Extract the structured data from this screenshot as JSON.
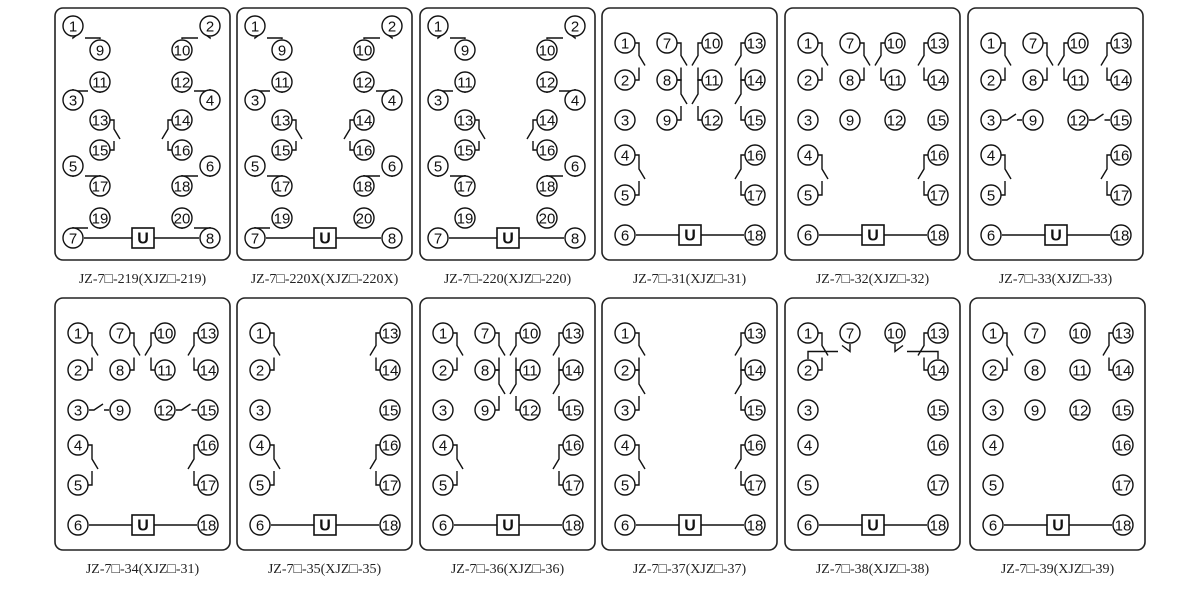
{
  "coil_label": "U",
  "panels": [
    {
      "caption": "JZ-7□-219(XJZ□-219)",
      "type": "A",
      "terminals": [
        "1",
        "2",
        "9",
        "10",
        "11",
        "12",
        "3",
        "4",
        "13",
        "14",
        "15",
        "16",
        "5",
        "6",
        "17",
        "18",
        "19",
        "20",
        "7",
        "8"
      ],
      "contacts": [
        [
          "1",
          "9"
        ],
        [
          "2",
          "10"
        ],
        [
          "11",
          "3"
        ],
        [
          "12",
          "4"
        ],
        [
          "13",
          "15"
        ],
        [
          "14",
          "16"
        ],
        [
          "5",
          "17"
        ],
        [
          "6",
          "18"
        ],
        [
          "19",
          "7"
        ],
        [
          "20",
          "8"
        ]
      ]
    },
    {
      "caption": "JZ-7□-220X(XJZ□-220X)",
      "type": "A",
      "terminals": [
        "1",
        "2",
        "9",
        "10",
        "11",
        "12",
        "3",
        "4",
        "13",
        "14",
        "15",
        "16",
        "5",
        "6",
        "17",
        "18",
        "19",
        "20",
        "7",
        "8"
      ],
      "contacts": [
        [
          "1",
          "9"
        ],
        [
          "2",
          "10"
        ],
        [
          "11",
          "3"
        ],
        [
          "12",
          "4"
        ],
        [
          "13",
          "15"
        ],
        [
          "14",
          "16"
        ],
        [
          "5",
          "17"
        ],
        [
          "6",
          "18"
        ],
        [
          "19",
          "7"
        ]
      ]
    },
    {
      "caption": "JZ-7□-220(XJZ□-220)",
      "type": "A",
      "terminals": [
        "1",
        "2",
        "9",
        "10",
        "11",
        "12",
        "3",
        "4",
        "13",
        "14",
        "15",
        "16",
        "5",
        "6",
        "17",
        "18",
        "19",
        "20",
        "7",
        "8"
      ],
      "contacts": [
        [
          "1",
          "9"
        ],
        [
          "2",
          "10"
        ],
        [
          "11",
          "3"
        ],
        [
          "12",
          "4"
        ],
        [
          "13",
          "15"
        ],
        [
          "14",
          "16"
        ],
        [
          "5",
          "17"
        ],
        [
          "6",
          "18"
        ]
      ]
    },
    {
      "caption": "JZ-7□-31(XJZ□-31)",
      "type": "B",
      "terminals": [
        "1",
        "7",
        "10",
        "13",
        "2",
        "8",
        "11",
        "14",
        "3",
        "9",
        "12",
        "15",
        "4",
        "16",
        "5",
        "17",
        "6",
        "18"
      ],
      "contacts": [
        [
          "1",
          "2"
        ],
        [
          "7",
          "8"
        ],
        [
          "8",
          "9"
        ],
        [
          "10",
          "11"
        ],
        [
          "11",
          "12"
        ],
        [
          "13",
          "14"
        ],
        [
          "14",
          "15"
        ],
        [
          "4",
          "5"
        ],
        [
          "16",
          "17"
        ]
      ]
    },
    {
      "caption": "JZ-7□-32(XJZ□-32)",
      "type": "B",
      "terminals": [
        "1",
        "7",
        "10",
        "13",
        "2",
        "8",
        "11",
        "14",
        "3",
        "9",
        "12",
        "15",
        "4",
        "16",
        "5",
        "17",
        "6",
        "18"
      ],
      "contacts": [
        [
          "1",
          "2"
        ],
        [
          "7",
          "8"
        ],
        [
          "10",
          "11"
        ],
        [
          "13",
          "14"
        ],
        [
          "4",
          "5"
        ],
        [
          "16",
          "17"
        ]
      ]
    },
    {
      "caption": "JZ-7□-33(XJZ□-33)",
      "type": "B",
      "terminals": [
        "1",
        "7",
        "10",
        "13",
        "2",
        "8",
        "11",
        "14",
        "3",
        "9",
        "12",
        "15",
        "4",
        "16",
        "5",
        "17",
        "6",
        "18"
      ],
      "contacts": [
        [
          "1",
          "2"
        ],
        [
          "7",
          "8"
        ],
        [
          "10",
          "11"
        ],
        [
          "13",
          "14"
        ],
        [
          "3",
          "9"
        ],
        [
          "12",
          "15"
        ],
        [
          "4",
          "5"
        ],
        [
          "16",
          "17"
        ]
      ]
    },
    {
      "caption": "JZ-7□-34(XJZ□-31)",
      "type": "B",
      "terminals": [
        "1",
        "7",
        "10",
        "13",
        "2",
        "8",
        "11",
        "14",
        "3",
        "9",
        "12",
        "15",
        "4",
        "16",
        "5",
        "17",
        "6",
        "18"
      ],
      "contacts": [
        [
          "1",
          "2"
        ],
        [
          "7",
          "8"
        ],
        [
          "10",
          "11"
        ],
        [
          "13",
          "14"
        ],
        [
          "3",
          "9"
        ],
        [
          "12",
          "15"
        ],
        [
          "4",
          "5"
        ],
        [
          "16",
          "17"
        ]
      ]
    },
    {
      "caption": "JZ-7□-35(XJZ□-35)",
      "type": "B",
      "terminals": [
        "1",
        "13",
        "2",
        "14",
        "3",
        "15",
        "4",
        "16",
        "5",
        "17",
        "6",
        "18"
      ],
      "contacts": [
        [
          "1",
          "2"
        ],
        [
          "13",
          "14"
        ],
        [
          "4",
          "5"
        ],
        [
          "16",
          "17"
        ]
      ]
    },
    {
      "caption": "JZ-7□-36(XJZ□-36)",
      "type": "B",
      "terminals": [
        "1",
        "7",
        "10",
        "13",
        "2",
        "8",
        "11",
        "14",
        "3",
        "9",
        "12",
        "15",
        "4",
        "16",
        "5",
        "17",
        "6",
        "18"
      ],
      "contacts": [
        [
          "1",
          "2"
        ],
        [
          "7",
          "8"
        ],
        [
          "8",
          "9"
        ],
        [
          "10",
          "11"
        ],
        [
          "11",
          "12"
        ],
        [
          "13",
          "14"
        ],
        [
          "14",
          "15"
        ],
        [
          "4",
          "5"
        ],
        [
          "16",
          "17"
        ]
      ]
    },
    {
      "caption": "JZ-7□-37(XJZ□-37)",
      "type": "B",
      "terminals": [
        "1",
        "13",
        "2",
        "14",
        "3",
        "15",
        "4",
        "16",
        "5",
        "17",
        "6",
        "18"
      ],
      "contacts": [
        [
          "1",
          "2"
        ],
        [
          "2",
          "3"
        ],
        [
          "13",
          "14"
        ],
        [
          "14",
          "15"
        ],
        [
          "4",
          "5"
        ],
        [
          "16",
          "17"
        ]
      ]
    },
    {
      "caption": "JZ-7□-38(XJZ□-38)",
      "type": "B",
      "terminals": [
        "1",
        "7",
        "10",
        "13",
        "2",
        "14",
        "3",
        "15",
        "4",
        "16",
        "5",
        "17",
        "6",
        "18"
      ],
      "contacts": [
        [
          "1",
          "2"
        ],
        [
          "7",
          "2"
        ],
        [
          "10",
          "14"
        ],
        [
          "13",
          "14"
        ]
      ]
    },
    {
      "caption": "JZ-7□-39(XJZ□-39)",
      "type": "B",
      "terminals": [
        "1",
        "7",
        "10",
        "13",
        "2",
        "8",
        "11",
        "14",
        "3",
        "9",
        "12",
        "15",
        "4",
        "16",
        "5",
        "17",
        "6",
        "18"
      ],
      "contacts": [
        [
          "1",
          "2"
        ],
        [
          "13",
          "14"
        ]
      ]
    }
  ]
}
